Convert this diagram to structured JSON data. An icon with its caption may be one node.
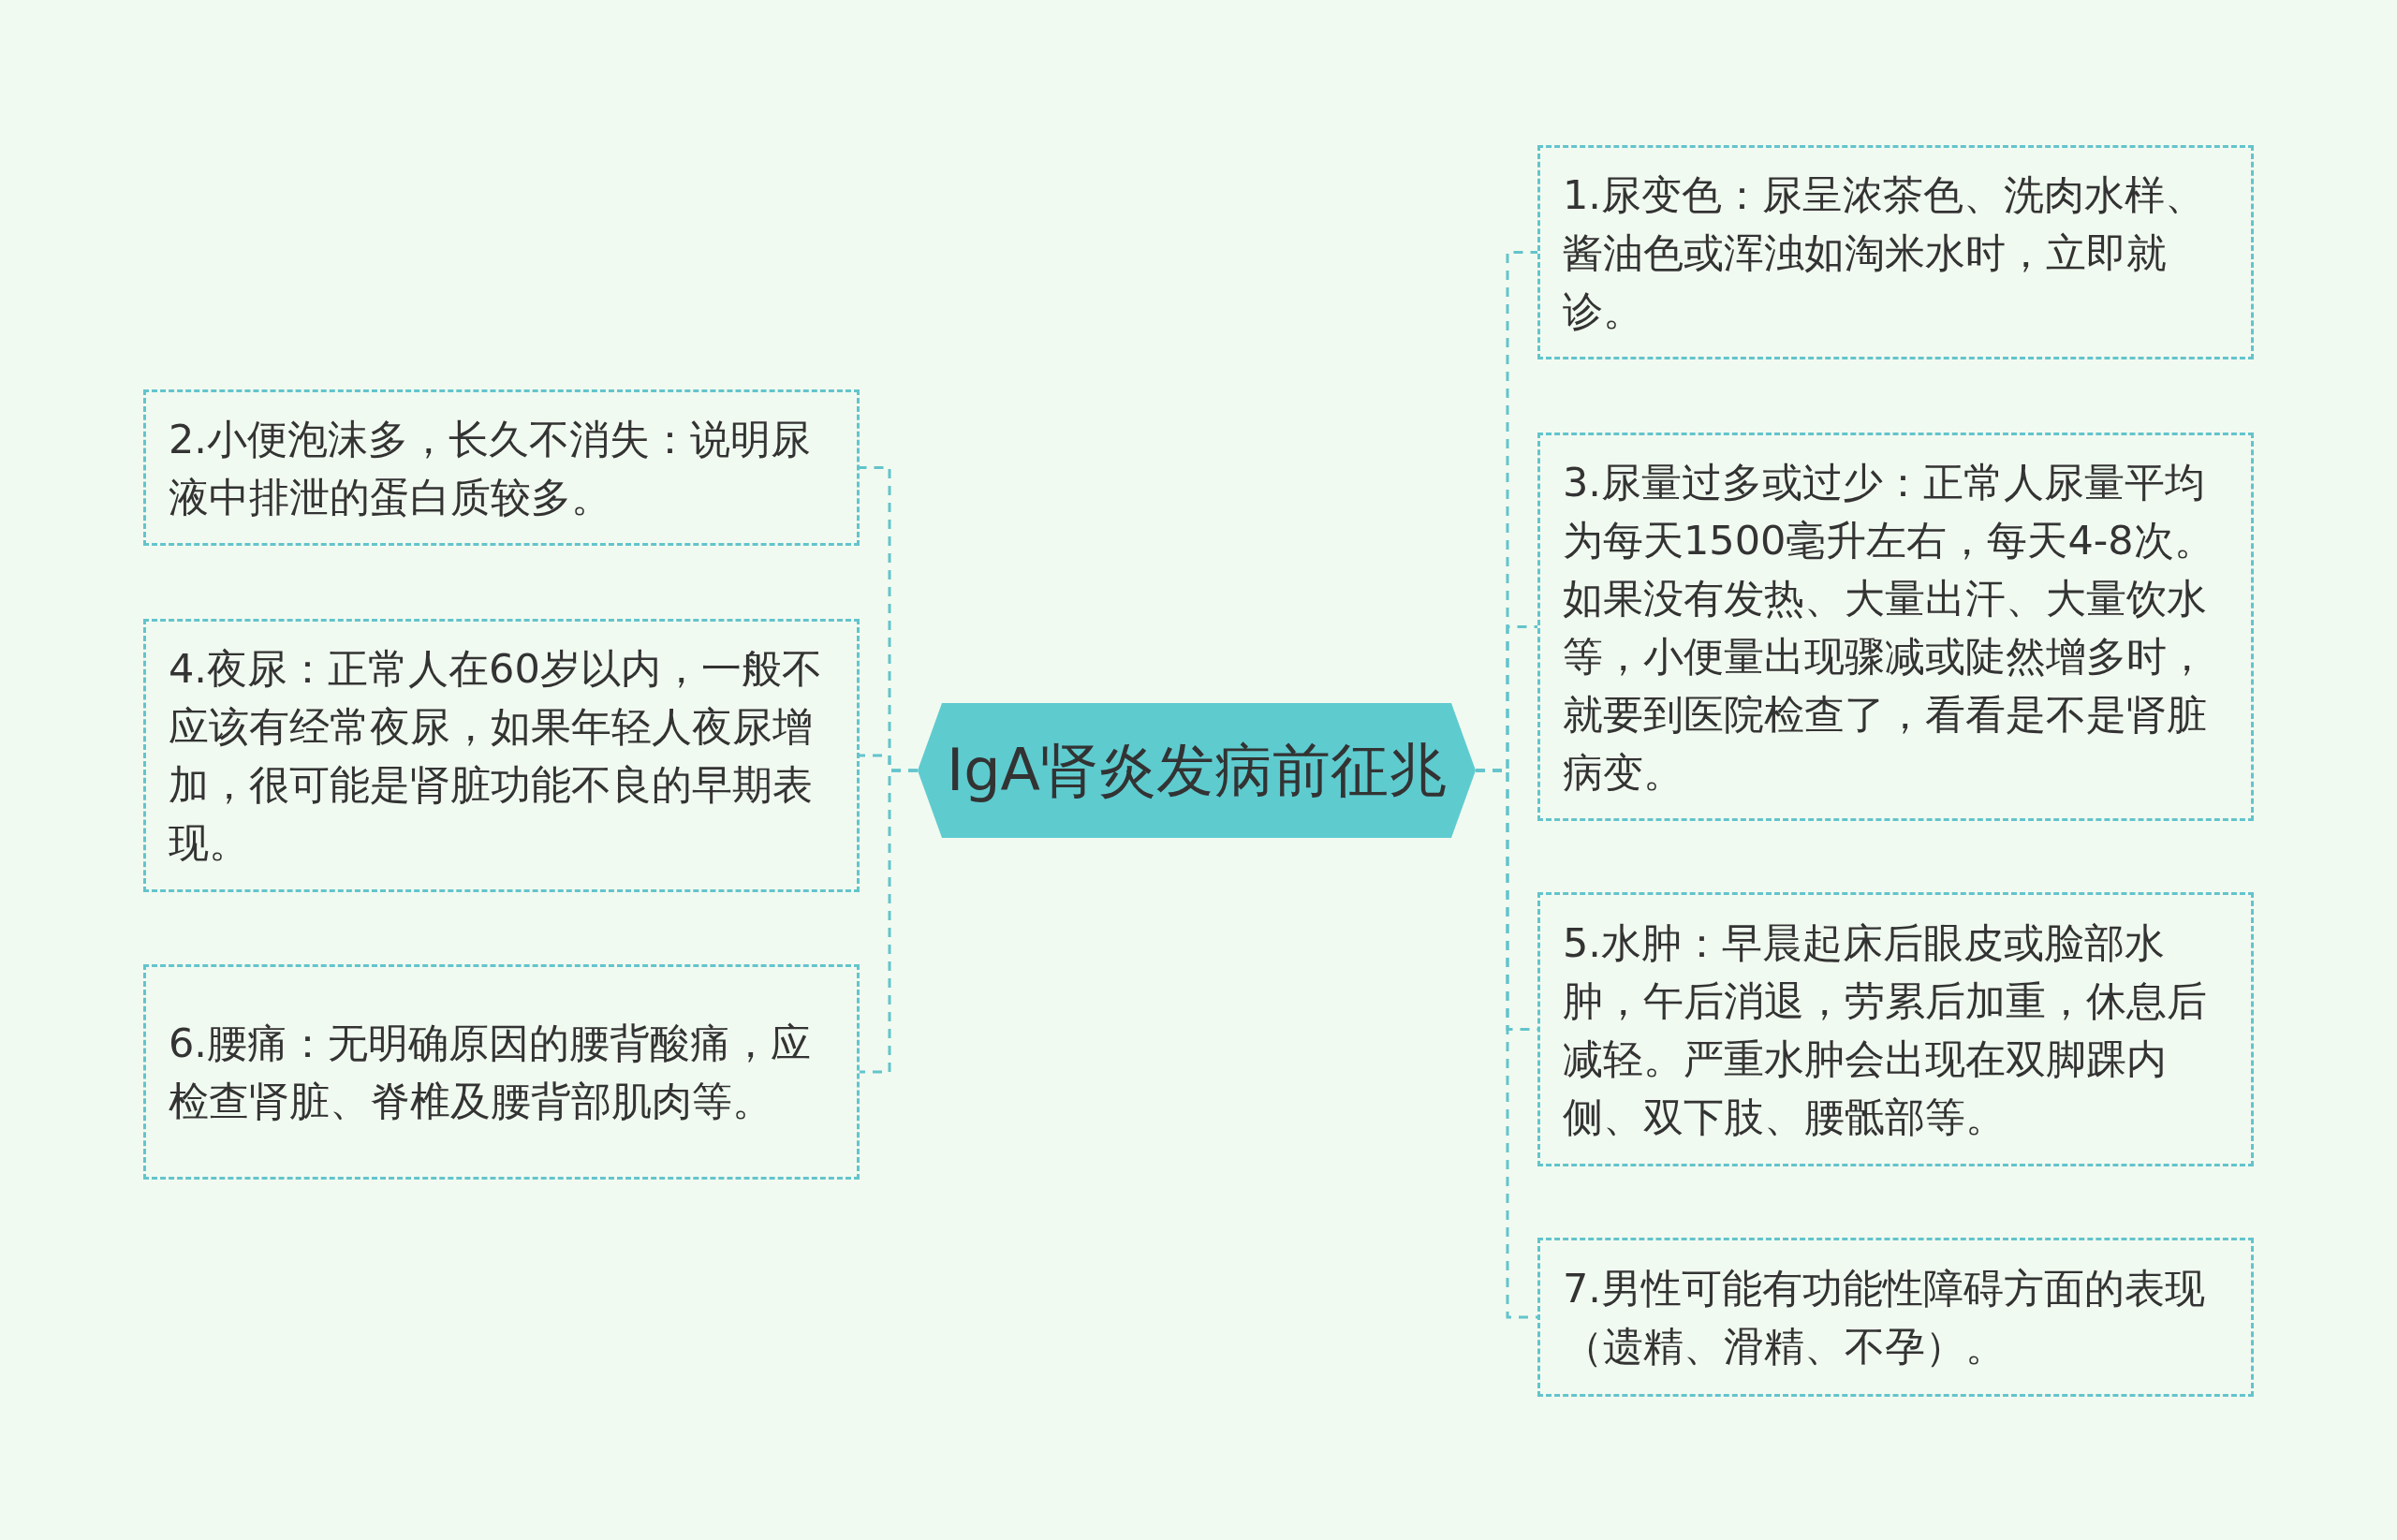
{
  "diagram": {
    "nodes": [
      {
        "text": [
          "IgA肾炎发病前征兆"
        ]
      },
      {
        "text": [
          "1.尿变色：尿呈浓茶色、洗肉水样、酱油色或浑浊如淘米水时，立即就诊。"
        ]
      },
      {
        "text": [
          "2.小便泡沫多，长久不消失：说明尿液中排泄的蛋白质较多。"
        ]
      },
      {
        "text": [
          "3.尿量过多或过少：正常人尿量平均为每天1500毫升左右，每天4-8次。如果没有发热、大量出汗、大量饮水等，小便量出现骤减或陡然增多时，就要到医院检查了，看看是不是肾脏病变。"
        ]
      },
      {
        "text": [
          "4.夜尿：正常人在60岁以内，一般不应该有经常夜尿，如果年轻人夜尿增加，很可能是肾脏功能不良的早期表现。"
        ]
      },
      {
        "text": [
          "5.水肿：早晨起床后眼皮或脸部水肿，午后消退，劳累后加重，休息后减轻。严重水肿会出现在双脚踝内侧、双下肢、腰骶部等。"
        ]
      },
      {
        "text": [
          "6.腰痛：无明确原因的腰背酸痛，应检查肾脏、脊椎及腰背部肌肉等。"
        ]
      },
      {
        "text": [
          "7.男性可能有功能性障碍方面的表现（遗精、滑精、不孕）。"
        ]
      }
    ],
    "edges": [
      {
        "from": 0,
        "to": 1,
        "arrow": "none",
        "style": "dashed"
      },
      {
        "from": 0,
        "to": 2,
        "arrow": "none",
        "style": "dashed"
      },
      {
        "from": 0,
        "to": 3,
        "arrow": "none",
        "style": "dashed"
      },
      {
        "from": 0,
        "to": 4,
        "arrow": "none",
        "style": "dashed"
      },
      {
        "from": 0,
        "to": 5,
        "arrow": "none",
        "style": "dashed"
      },
      {
        "from": 0,
        "to": 6,
        "arrow": "none",
        "style": "dashed"
      },
      {
        "from": 0,
        "to": 7,
        "arrow": "none",
        "style": "dashed"
      }
    ]
  }
}
